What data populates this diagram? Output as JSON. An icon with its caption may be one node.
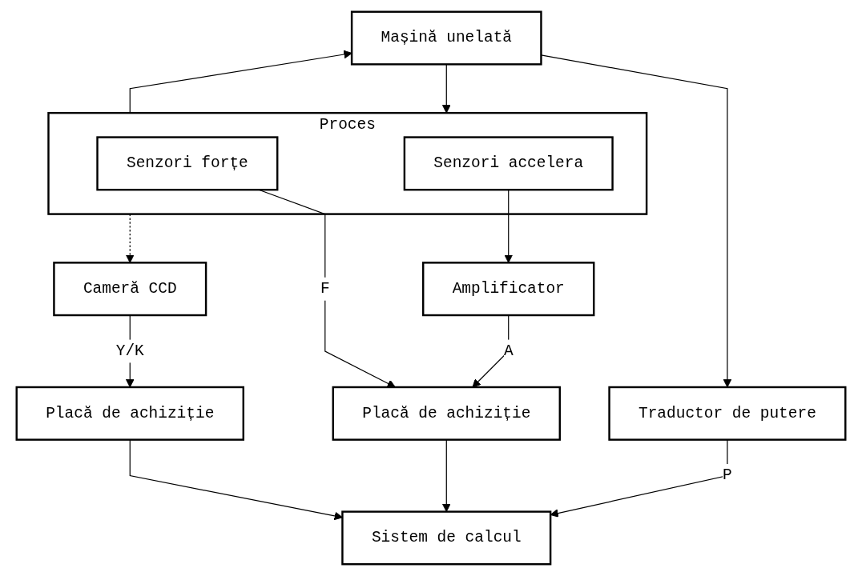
{
  "diagram": {
    "nodes": [
      {
        "text": [
          "Mașină unelată"
        ]
      },
      {
        "text": [
          "Proces"
        ]
      },
      {
        "text": [
          "Senzori forțe"
        ],
        "in": 1
      },
      {
        "text": [
          "Senzori accelera"
        ],
        "in": 1
      },
      {
        "text": [
          "Cameră CCD"
        ]
      },
      {
        "text": [
          "Traductor de putere"
        ]
      },
      {
        "text": [
          "Amplificator"
        ]
      },
      {
        "text": [
          "Placă de achiziție"
        ]
      },
      {
        "text": [
          "Placă de achiziție"
        ]
      },
      {
        "text": [
          "Sistem de calcul"
        ]
      }
    ],
    "edges": [
      {
        "from": 0,
        "to": 1,
        "arrow": "to"
      },
      {
        "from": 1,
        "to": 0,
        "arrow": "to"
      },
      {
        "from": 1,
        "to": 4,
        "arrow": "to",
        "style": "dashed"
      },
      {
        "from": 0,
        "to": 5,
        "arrow": "to"
      },
      {
        "from": 5,
        "to": 9,
        "arrow": "to",
        "label": "P"
      },
      {
        "from": 2,
        "to": 7,
        "arrow": "to",
        "label": "F"
      },
      {
        "from": 3,
        "to": 6,
        "arrow": "to"
      },
      {
        "from": 6,
        "to": 7,
        "arrow": "to",
        "label": "A"
      },
      {
        "from": 4,
        "to": 8,
        "arrow": "to",
        "label": "Y/K"
      },
      {
        "from": 7,
        "to": 9,
        "arrow": "to"
      },
      {
        "from": 8,
        "to": 9,
        "arrow": "to"
      }
    ]
  }
}
